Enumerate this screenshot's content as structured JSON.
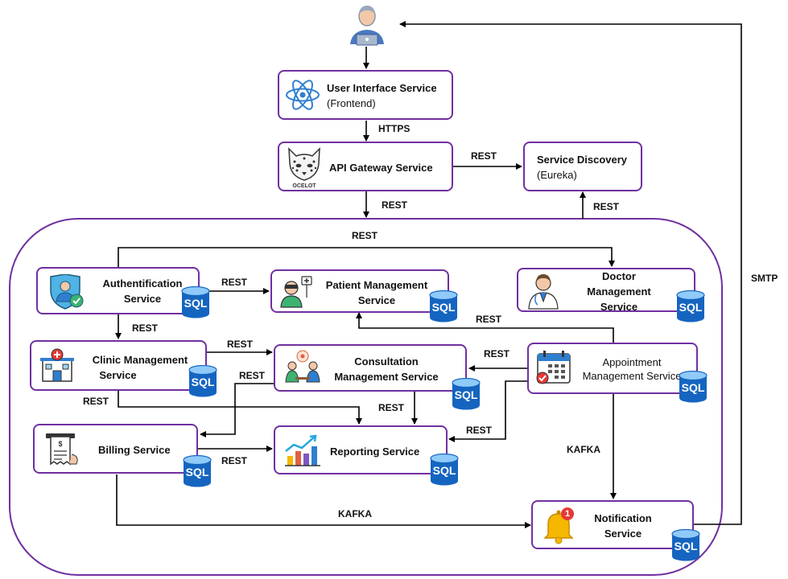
{
  "services": {
    "ui": {
      "title": "User Interface Service",
      "subtitle": "(Frontend)"
    },
    "gateway": {
      "title": "API Gateway Service",
      "logo_text": "OCELOT"
    },
    "discovery": {
      "title": "Service Discovery",
      "subtitle": "(Eureka)"
    },
    "auth": {
      "title_l1": "Authentification",
      "title_l2": "Service"
    },
    "patient": {
      "title_l1": "Patient Management",
      "title_l2": "Service"
    },
    "doctor": {
      "title_l1": "Doctor",
      "title_l2": "Management",
      "title_l3": "Service"
    },
    "clinic": {
      "title_l1": "Clinic Management",
      "title_l2": "Service"
    },
    "consultation": {
      "title_l1": "Consultation",
      "title_l2": "Management Service"
    },
    "appointment": {
      "title_l1": "Appointment",
      "title_l2": "Management Service"
    },
    "billing": {
      "title": "Billing Service"
    },
    "reporting": {
      "title": "Reporting Service"
    },
    "notification": {
      "title_l1": "Notification",
      "title_l2": "Service",
      "badge": "1"
    }
  },
  "db_label": "SQL",
  "connections": {
    "ui_gateway": "HTTPS",
    "gateway_discovery": "REST",
    "gateway_cluster": "REST",
    "cluster_discovery": "REST",
    "auth_doctor": "REST",
    "auth_patient": "REST",
    "auth_clinic": "REST",
    "appointment_patient": "REST",
    "clinic_consultation": "REST",
    "appointment_consultation": "REST",
    "consultation_billing": "REST",
    "clinic_reporting": "REST",
    "consultation_reporting": "REST",
    "appointment_reporting": "REST",
    "billing_reporting": "REST",
    "appointment_notification": "KAFKA",
    "billing_notification": "KAFKA",
    "notification_user": "SMTP"
  },
  "colors": {
    "box_border": "#7030a0",
    "sql_blue": "#1565c0",
    "arrow": "#000000",
    "bell": "#f5b700",
    "badge": "#e53935"
  }
}
